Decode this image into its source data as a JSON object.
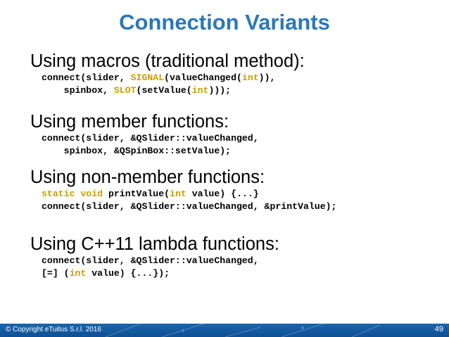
{
  "slide": {
    "title": "Connection Variants",
    "sections": [
      {
        "heading": "Using macros (traditional method):",
        "lines": [
          [
            {
              "t": "connect(slider, "
            },
            {
              "t": "SIGNAL",
              "kw": true
            },
            {
              "t": "(valueChanged("
            },
            {
              "t": "int",
              "kw": true
            },
            {
              "t": ")),"
            }
          ],
          [
            {
              "t": "    spinbox, "
            },
            {
              "t": "SLOT",
              "kw": true
            },
            {
              "t": "(setValue("
            },
            {
              "t": "int",
              "kw": true
            },
            {
              "t": ")));"
            }
          ]
        ]
      },
      {
        "heading": "Using member functions:",
        "lines": [
          [
            {
              "t": "connect(slider, &QSlider::valueChanged,"
            }
          ],
          [
            {
              "t": "    spinbox, &QSpinBox::setValue);"
            }
          ]
        ]
      },
      {
        "heading": "Using non-member functions:",
        "lines": [
          [
            {
              "t": "static void",
              "kw": true
            },
            {
              "t": " printValue("
            },
            {
              "t": "int",
              "kw": true
            },
            {
              "t": " value) {...}"
            }
          ],
          [
            {
              "t": "connect(slider, &QSlider::valueChanged, &printValue);"
            }
          ]
        ]
      },
      {
        "heading": "Using C++11 lambda functions:",
        "lines": [
          [
            {
              "t": "connect(slider, &QSlider::valueChanged,"
            }
          ],
          [
            {
              "t": "[=] ("
            },
            {
              "t": "int",
              "kw": true
            },
            {
              "t": " value) {...});"
            }
          ]
        ]
      }
    ]
  },
  "footer": {
    "copyright": "© Copyright eTuitus S.r.l. 2016",
    "page_number": "49"
  },
  "colors": {
    "title": "#2b78b8",
    "keyword": "#c8a000",
    "footer_bg": "#1b65ad"
  }
}
